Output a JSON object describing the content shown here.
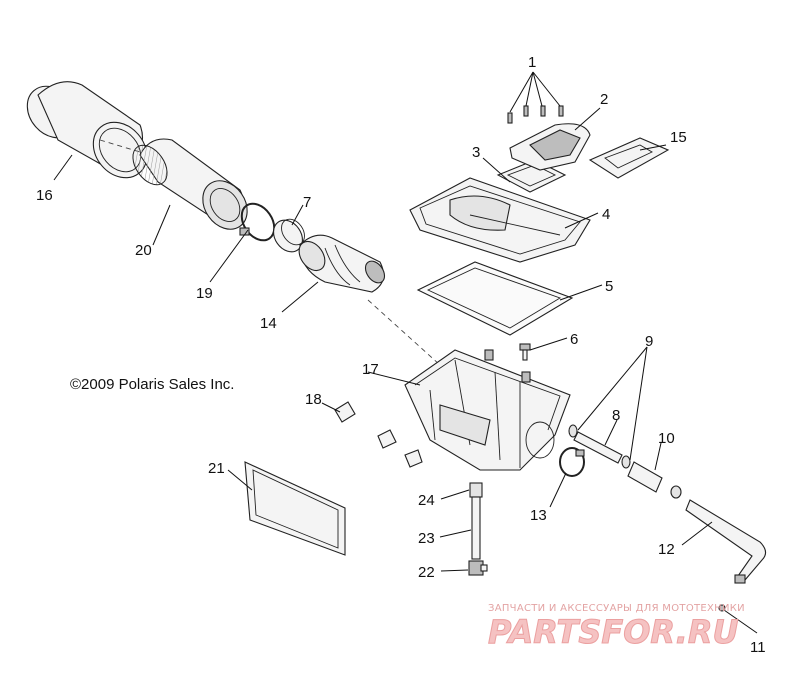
{
  "diagram": {
    "copyright": "©2009 Polaris Sales Inc.",
    "callouts": [
      {
        "id": "c1",
        "text": "1"
      },
      {
        "id": "c2",
        "text": "2"
      },
      {
        "id": "c3",
        "text": "3"
      },
      {
        "id": "c4",
        "text": "4"
      },
      {
        "id": "c5",
        "text": "5"
      },
      {
        "id": "c6",
        "text": "6"
      },
      {
        "id": "c7",
        "text": "7"
      },
      {
        "id": "c8",
        "text": "8"
      },
      {
        "id": "c9",
        "text": "9"
      },
      {
        "id": "c10",
        "text": "10"
      },
      {
        "id": "c11",
        "text": "11"
      },
      {
        "id": "c12",
        "text": "12"
      },
      {
        "id": "c13",
        "text": "13"
      },
      {
        "id": "c14",
        "text": "14"
      },
      {
        "id": "c15",
        "text": "15"
      },
      {
        "id": "c16",
        "text": "16"
      },
      {
        "id": "c17",
        "text": "17"
      },
      {
        "id": "c18",
        "text": "18"
      },
      {
        "id": "c19",
        "text": "19"
      },
      {
        "id": "c20",
        "text": "20"
      },
      {
        "id": "c21",
        "text": "21"
      },
      {
        "id": "c22",
        "text": "22"
      },
      {
        "id": "c23",
        "text": "23"
      },
      {
        "id": "c24",
        "text": "24"
      }
    ]
  },
  "watermark": {
    "tagline": "ЗАПЧАСТИ И АКСЕССУАРЫ ДЛЯ МОТОТЕХНИКИ",
    "logo_text": "PARTSFOR.RU"
  },
  "colors": {
    "line": "#222222",
    "watermark": "#e8a0a0",
    "background": "#ffffff"
  }
}
